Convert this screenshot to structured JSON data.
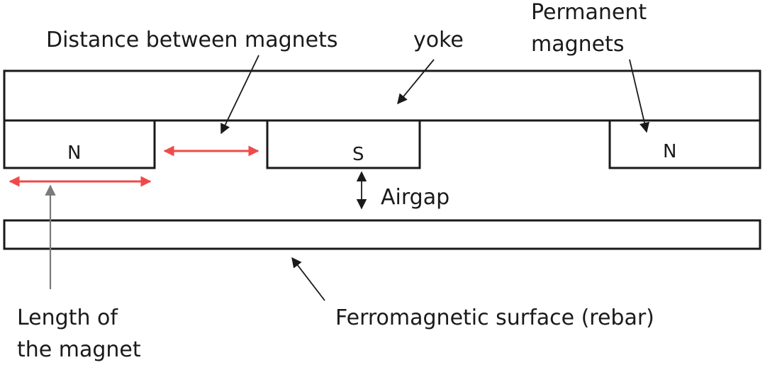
{
  "labels": {
    "distance": "Distance between magnets",
    "yoke": "yoke",
    "permanent_line1": "Permanent",
    "permanent_line2": "magnets",
    "airgap": "Airgap",
    "length_line1": "Length of",
    "length_line2": "the magnet",
    "ferro": "Ferromagnetic surface (rebar)"
  },
  "poles": [
    "N",
    "S",
    "N"
  ],
  "colors": {
    "outline": "#1a1a1a",
    "dimension_arrow": "#ef4a4a",
    "pointer_grey": "#7a7a7a"
  }
}
